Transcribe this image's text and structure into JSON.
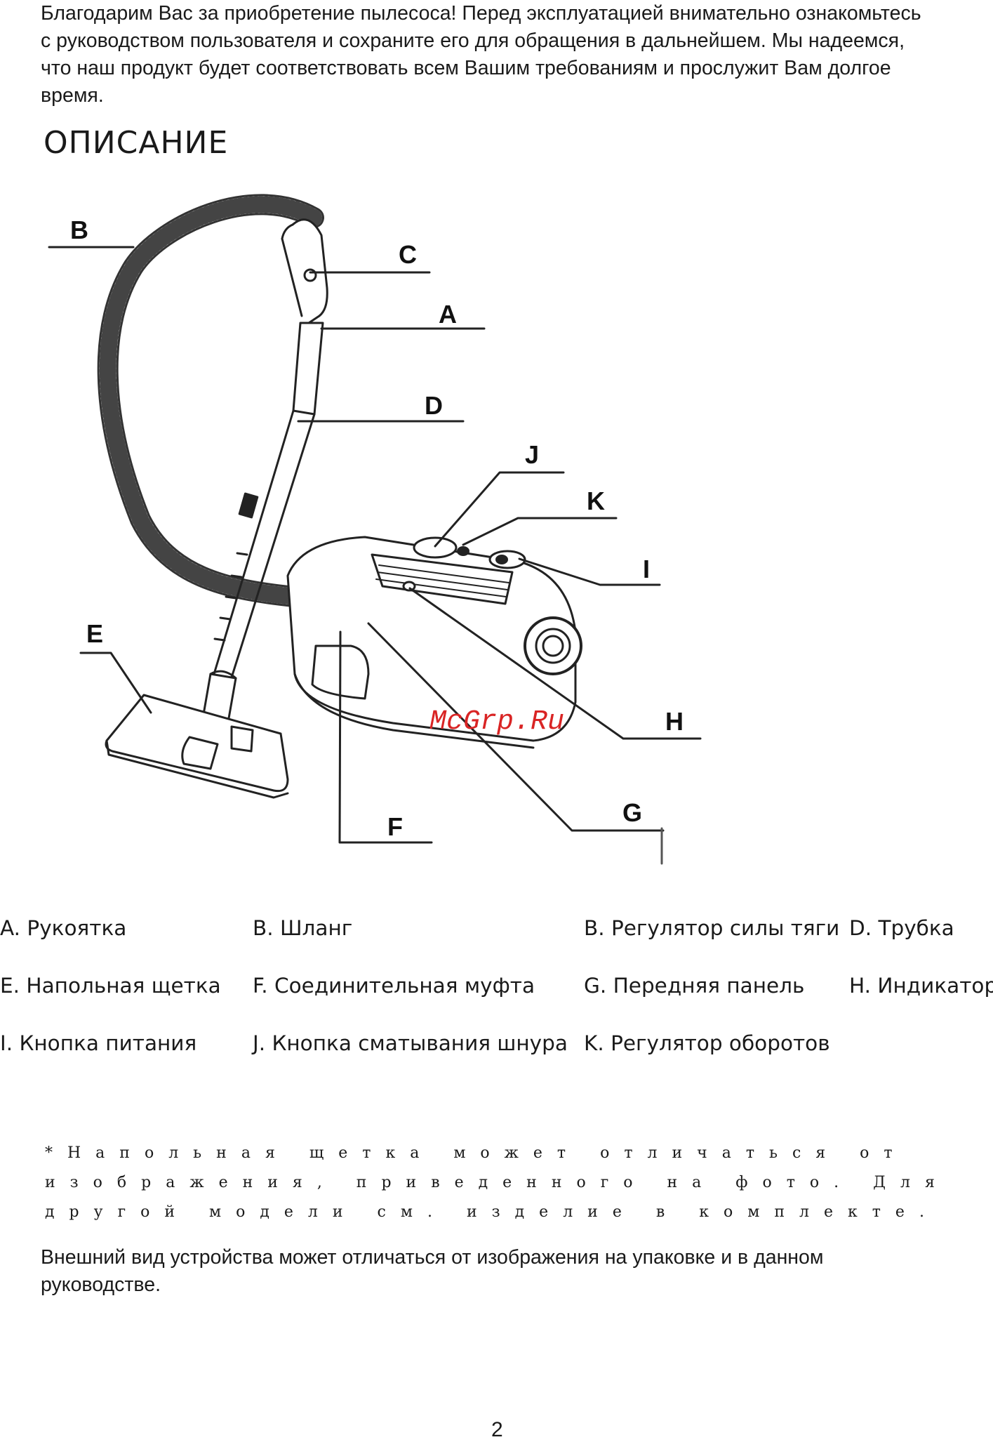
{
  "intro_text": "Благодарим Вас за приобретение пылесоса! Перед эксплуатацией внимательно ознакомьтесь с руководством пользователя и сохраните его для обращения в дальнейшем. Мы надеемся, что наш продукт будет соответствовать всем Вашим требованиям и прослужит Вам долгое время.",
  "section_title": "ОПИСАНИЕ",
  "diagram": {
    "callouts": {
      "A": "A",
      "B": "B",
      "C": "C",
      "D": "D",
      "E": "E",
      "F": "F",
      "G": "G",
      "H": "H",
      "I": "I",
      "J": "J",
      "K": "K"
    },
    "watermark": "McGrp.Ru"
  },
  "parts": [
    [
      "A. Рукоятка",
      "B. Шланг",
      "B. Регулятор силы тяги",
      "D. Трубка"
    ],
    [
      "E. Напольная щетка",
      "F. Соединительная муфта",
      "G. Передняя панель",
      "H. Индикатор"
    ],
    [
      "I. Кнопка питания",
      "J. Кнопка сматывания шнура",
      "K. Регулятор оборотов",
      ""
    ]
  ],
  "note_text": "*Напольная щетка может отличаться от изображения, приведенного на фото. Для другой модели см. изделие в комплекте.",
  "outro_text": "Внешний вид устройства может отличаться от изображения на упаковке и в данном руководстве.",
  "page_number": "2"
}
